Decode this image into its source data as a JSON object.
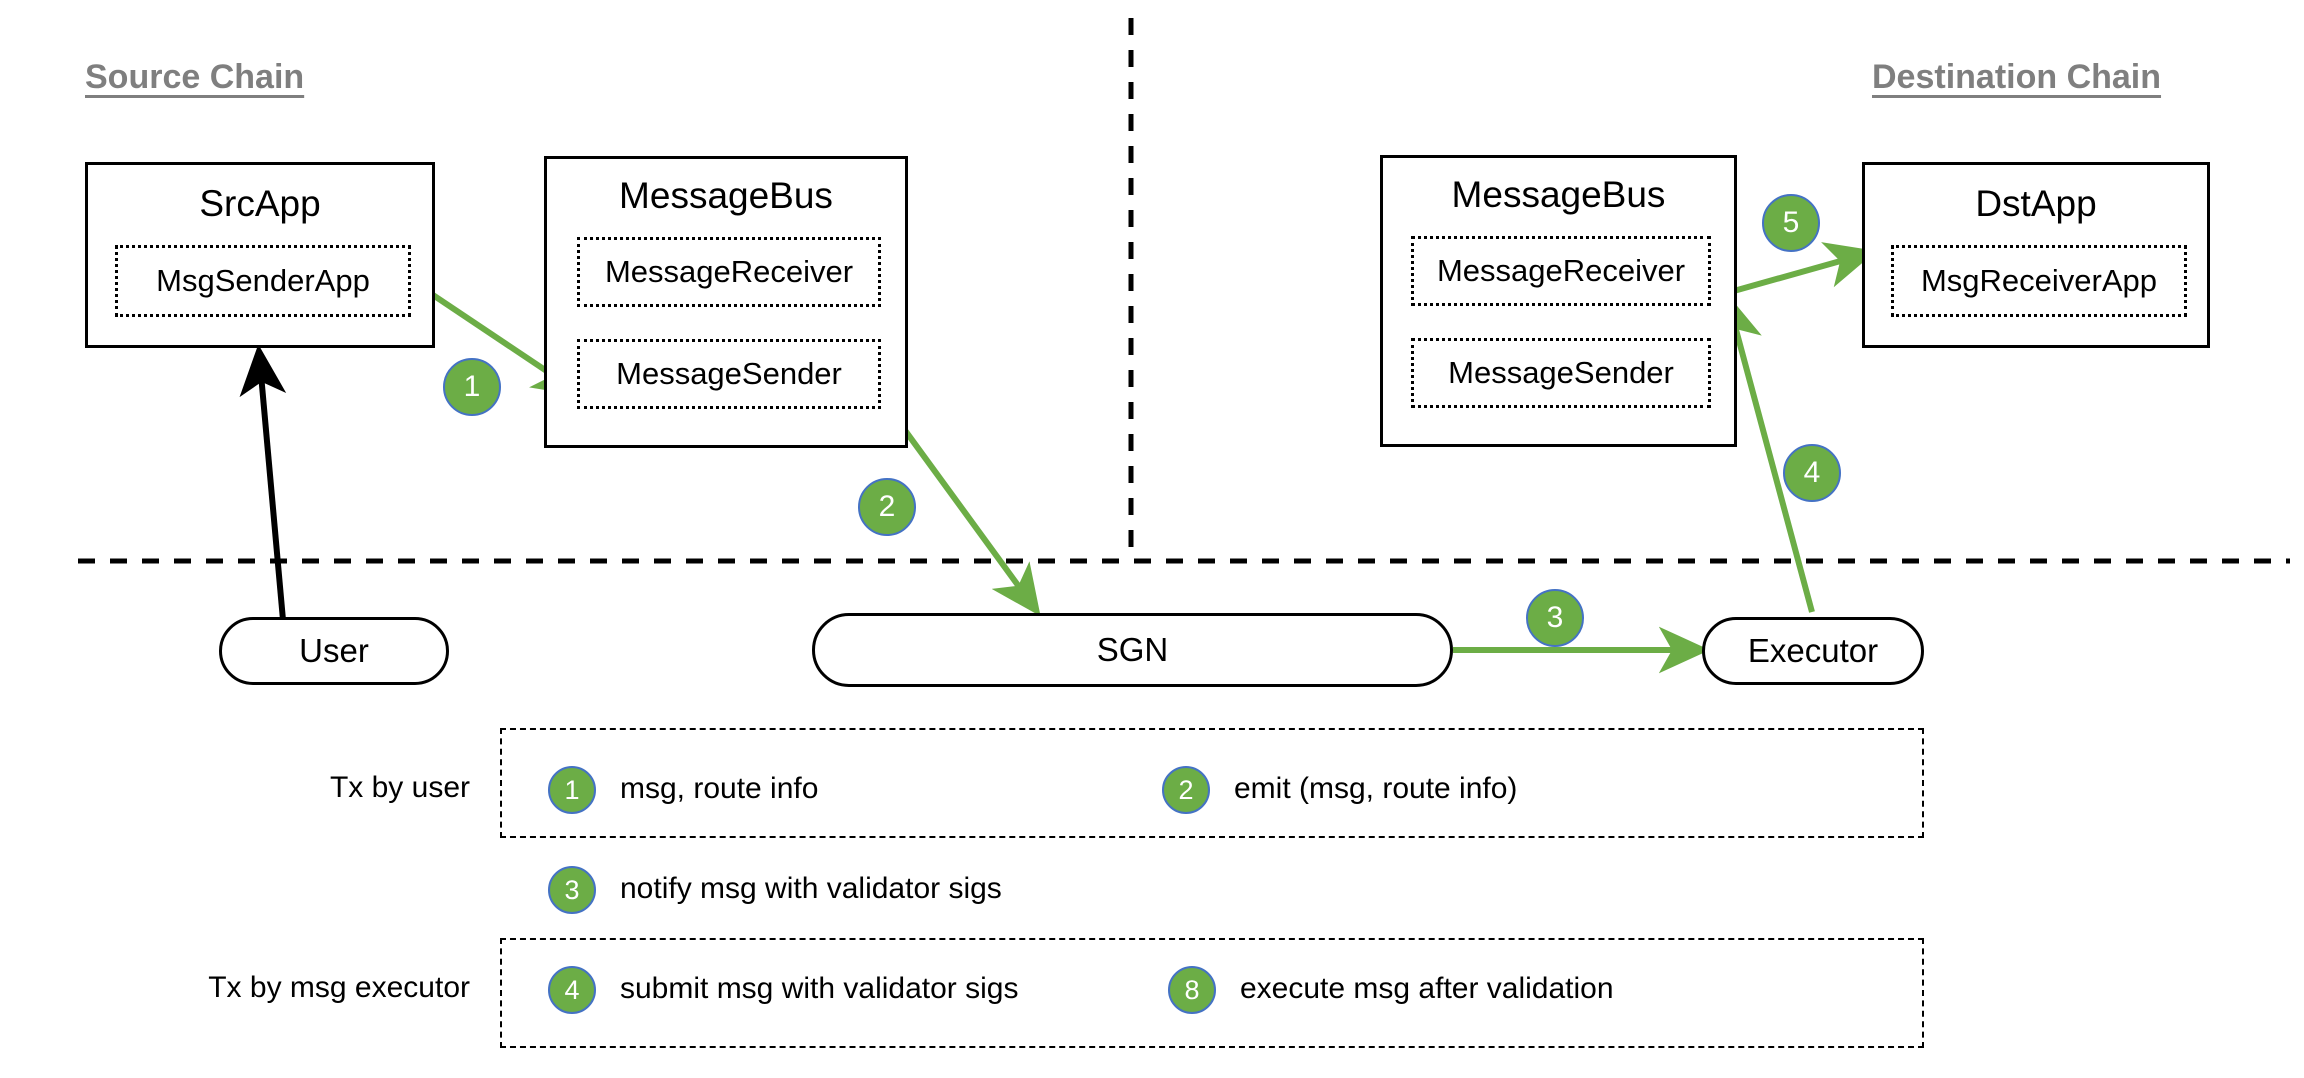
{
  "diagram": {
    "chains": {
      "source_label": "Source Chain",
      "destination_label": "Destination Chain"
    },
    "nodes": {
      "src_app": {
        "title": "SrcApp",
        "inner": "MsgSenderApp"
      },
      "src_message_bus": {
        "title": "MessageBus",
        "receiver": "MessageReceiver",
        "sender": "MessageSender"
      },
      "dst_message_bus": {
        "title": "MessageBus",
        "receiver": "MessageReceiver",
        "sender": "MessageSender"
      },
      "dst_app": {
        "title": "DstApp",
        "inner": "MsgReceiverApp"
      },
      "user": "User",
      "sgn": "SGN",
      "executor": "Executor"
    },
    "flow_badges": [
      {
        "id": "badge-1",
        "number": "1"
      },
      {
        "id": "badge-2",
        "number": "2"
      },
      {
        "id": "badge-3",
        "number": "3"
      },
      {
        "id": "badge-4",
        "number": "4"
      },
      {
        "id": "badge-5",
        "number": "5"
      }
    ],
    "legend": {
      "row_user_label": "Tx by user",
      "row_executor_label": "Tx by msg executor",
      "items": [
        {
          "number": "1",
          "text": "msg, route info"
        },
        {
          "number": "2",
          "text": "emit (msg, route info)"
        },
        {
          "number": "3",
          "text": "notify msg with validator sigs"
        },
        {
          "number": "4",
          "text": "submit msg with validator sigs"
        },
        {
          "number": "8",
          "text": "execute msg after validation"
        }
      ]
    },
    "colors": {
      "badge_fill": "#6CAD46",
      "badge_border": "#4472C4",
      "arrow_green": "#6CAD46",
      "arrow_black": "#000000",
      "title_gray": "#7f7f7f"
    }
  }
}
